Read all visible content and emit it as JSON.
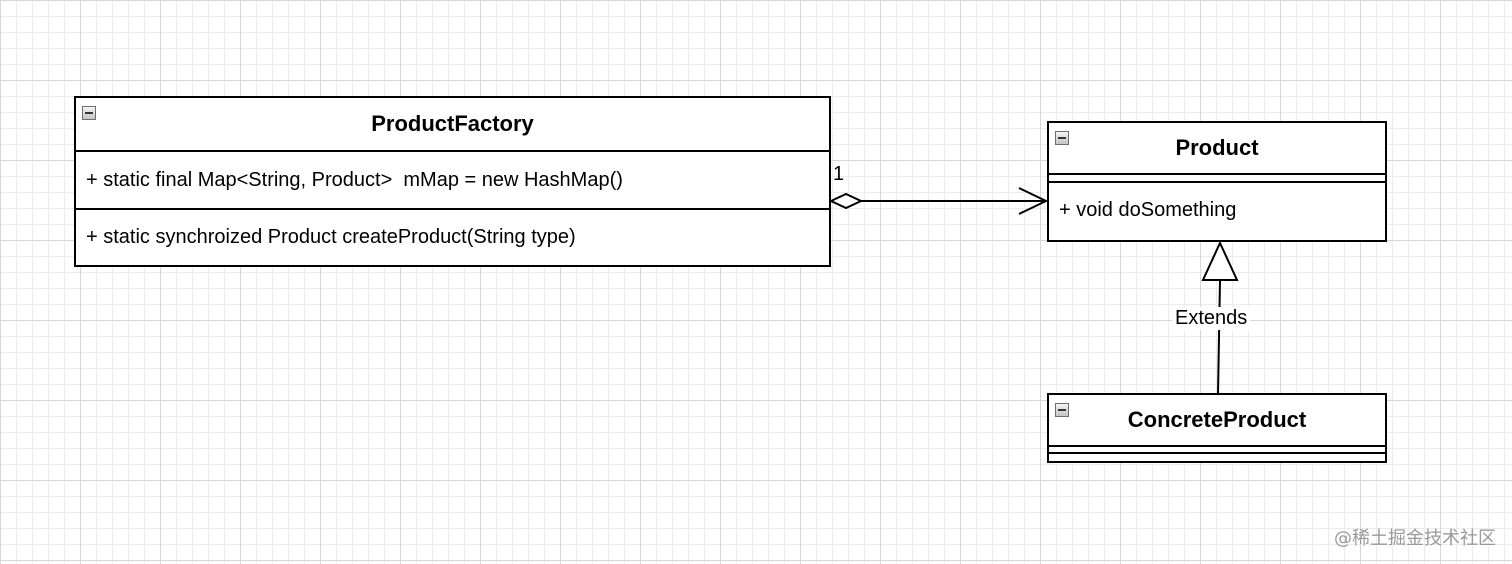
{
  "classes": {
    "product_factory": {
      "name": "ProductFactory",
      "attribute": "+ static final Map<String, Product>  mMap = new HashMap()",
      "method": "+ static synchroized Product createProduct(String type)"
    },
    "product": {
      "name": "Product",
      "method": "+ void doSomething"
    },
    "concrete_product": {
      "name": "ConcreteProduct"
    }
  },
  "relations": {
    "aggregation": {
      "multiplicity": "1"
    },
    "inheritance": {
      "label": "Extends"
    }
  },
  "watermark": "@稀土掘金技术社区",
  "icons": {
    "collapse": "minus-box-icon"
  }
}
